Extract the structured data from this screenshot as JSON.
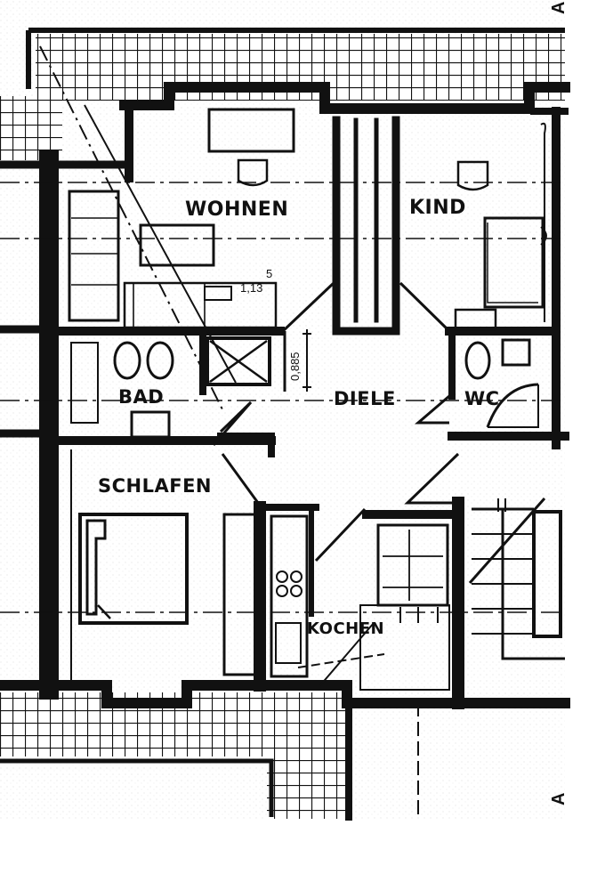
{
  "rooms": {
    "wohnen": "WOHNEN",
    "kind": "KIND",
    "bad": "BAD",
    "diele": "DIELE",
    "wc": "WC",
    "schlafen": "SCHLAFEN",
    "kochen": "KOCHEN"
  },
  "dimensions": {
    "window_height": "1,13",
    "window_sup": "5",
    "door_height": "0,885"
  },
  "section_marks": {
    "top": "A",
    "bottom": "A"
  },
  "colors": {
    "wall": "#111111",
    "background": "#ffffff"
  }
}
